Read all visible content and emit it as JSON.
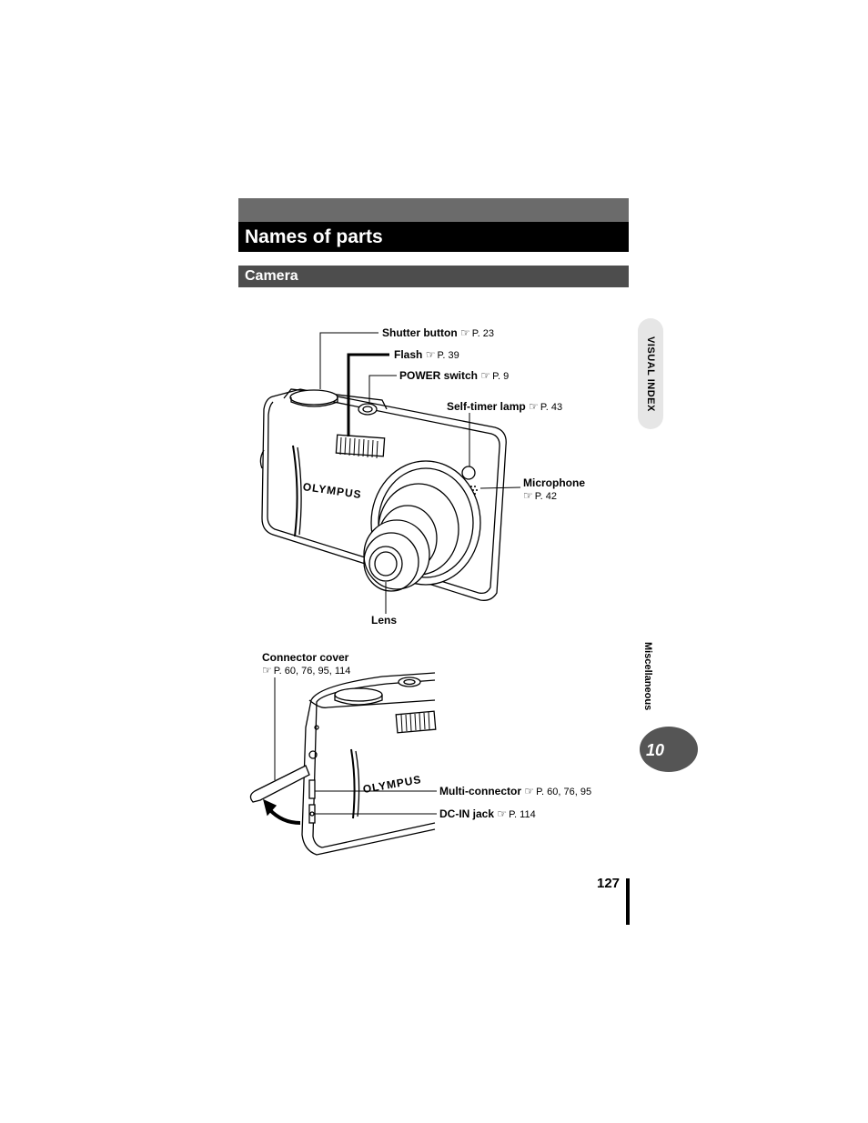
{
  "header": {
    "title": "Names of parts",
    "section": "Camera"
  },
  "side_tabs": {
    "visual_index": "VISUAL INDEX",
    "miscellaneous": "Miscellaneous",
    "chapter_number": "10"
  },
  "page_number": "127",
  "reference_symbol": "☞",
  "front_view": {
    "brand": "OLYMPUS",
    "labels": {
      "shutter_button": {
        "name": "Shutter button",
        "ref": "P. 23"
      },
      "flash": {
        "name": "Flash",
        "ref": "P. 39"
      },
      "power_switch": {
        "name": "POWER switch",
        "ref": "P. 9"
      },
      "self_timer_lamp": {
        "name": "Self-timer lamp",
        "ref": "P. 43"
      },
      "microphone": {
        "name": "Microphone",
        "ref": "P. 42"
      },
      "lens": {
        "name": "Lens"
      }
    }
  },
  "side_view": {
    "brand": "OLYMPUS",
    "labels": {
      "connector_cover": {
        "name": "Connector cover",
        "ref": "P. 60, 76, 95, 114"
      },
      "multi_connector": {
        "name": "Multi-connector",
        "ref": "P. 60, 76, 95"
      },
      "dc_in_jack": {
        "name": "DC-IN jack",
        "ref": "P. 114"
      }
    }
  }
}
